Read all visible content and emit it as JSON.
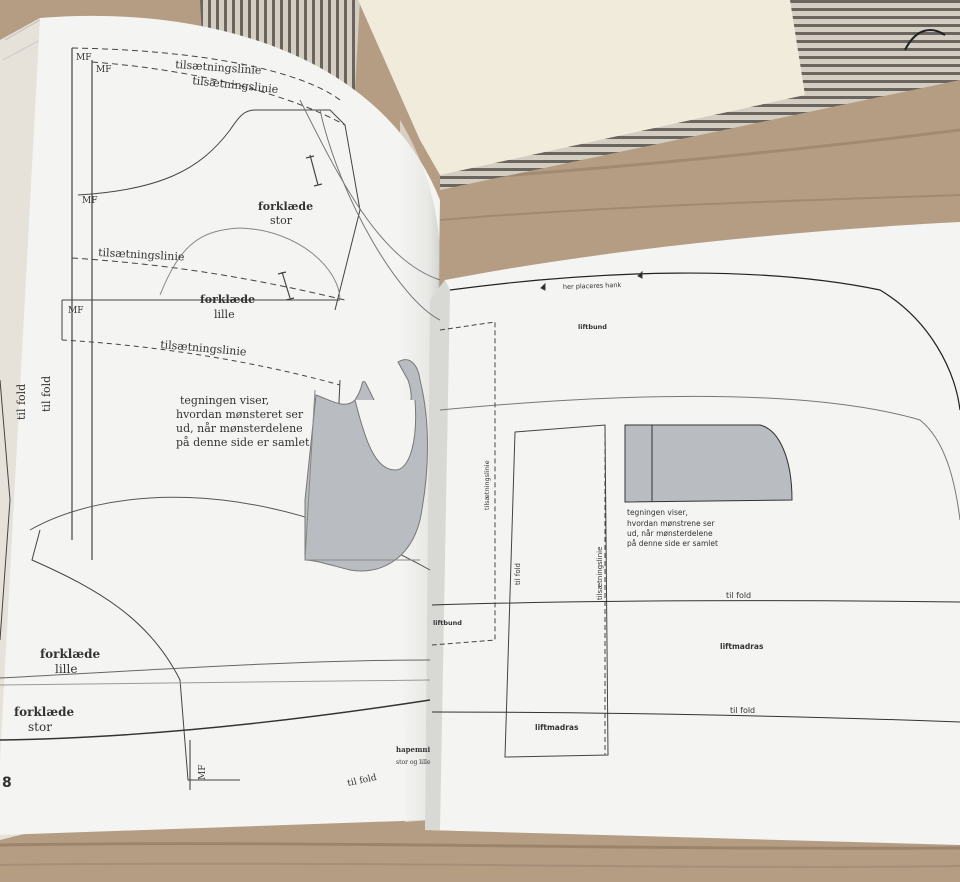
{
  "left_page": {
    "mf_1": "MF",
    "mf_2": "MF",
    "mf_3": "MF",
    "mf_4": "MF",
    "mf_5": "MF",
    "seam_top_1": "tilsætningslinie",
    "seam_top_2": "tilsætningslinie",
    "seam_mid": "tilsætningslinie",
    "seam_low": "tilsætningslinie",
    "apron_large_title": "forklæde",
    "apron_large_sub": "stor",
    "apron_small_title": "forklæde",
    "apron_small_sub": "lille",
    "fold_1": "til fold",
    "fold_2": "til fold",
    "drawing_note": [
      "tegningen viser,",
      "hvordan mønsteret ser",
      "ud, når mønsterdelene",
      "på denne side er samlet"
    ],
    "apron_small_bottom_title": "forklæde",
    "apron_small_bottom_sub": "lille",
    "apron_large_bottom_title": "forklæde",
    "apron_large_bottom_sub": "stor",
    "hood_label": "hapemni",
    "hood_sub": "stor og lille",
    "fold_bottom": "til fold",
    "page_number": "8"
  },
  "right_page": {
    "handle_note": "her placeres hank",
    "liftbund_top": "liftbund",
    "seam_vertical_1": "tilsætningslinie",
    "fold_vertical": "til fold",
    "seam_vertical_2": "tilsætningslinie",
    "drawing_note": [
      "tegningen viser,",
      "hvordan mønstrene ser",
      "ud, når mønsterdelene",
      "på denne side er samlet"
    ],
    "fold_1": "til fold",
    "liftbund_low": "liftbund",
    "liftmadras_1": "liftmadras",
    "fold_2": "til fold",
    "liftmadras_2": "liftmadras"
  },
  "colors": {
    "table_wood": "#b59d84",
    "page_paper": "#f4f4f2",
    "cream_paper": "#f1ebdc",
    "striped_card": "#c9c3b7",
    "pattern_ink": "#444444",
    "preview_fill": "#b9bcc1"
  }
}
